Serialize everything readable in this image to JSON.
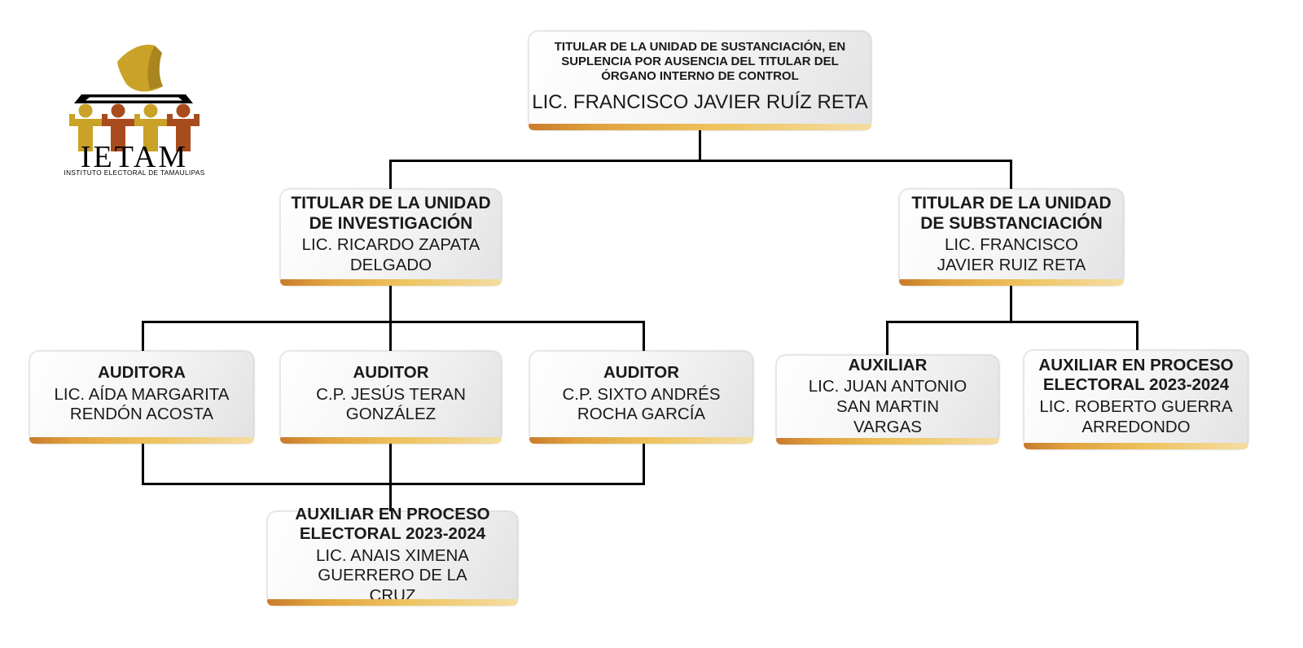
{
  "page": {
    "background": "#ffffff"
  },
  "logo": {
    "acronym": "IETAM",
    "subtitle": "INSTITUTO ELECTORAL DE TAMAULIPAS",
    "colors": {
      "gold": "#C9A227",
      "gold_dark": "#A8851E",
      "brick": "#A94C1D",
      "ink": "#000000"
    }
  },
  "org_chart": {
    "style": {
      "line_color": "#000000",
      "ribbon_gradient": [
        "#C97B2D",
        "#E0A23E",
        "#EEC35E",
        "#F4DDA2"
      ],
      "box_gradient": [
        "#FFFFFF",
        "#E2E2E4"
      ]
    },
    "nodes": {
      "root": {
        "title": "TITULAR DE LA UNIDAD DE SUSTANCIACIÓN, EN SUPLENCIA POR AUSENCIA DEL TITULAR DEL ÓRGANO INTERNO DE CONTROL",
        "name": "LIC. FRANCISCO JAVIER RUÍZ RETA",
        "parent": null
      },
      "investigacion": {
        "title": "TITULAR DE LA UNIDAD DE INVESTIGACIÓN",
        "name": "LIC. RICARDO ZAPATA DELGADO",
        "parent": "root"
      },
      "substanciacion": {
        "title": "TITULAR DE LA UNIDAD DE SUBSTANCIACIÓN",
        "name": "LIC. FRANCISCO JAVIER RUIZ RETA",
        "parent": "root"
      },
      "auditora": {
        "title": "AUDITORA",
        "name": "LIC. AÍDA MARGARITA RENDÓN ACOSTA",
        "parent": "investigacion"
      },
      "auditor1": {
        "title": "AUDITOR",
        "name": "C.P. JESÚS TERAN GONZÁLEZ",
        "parent": "investigacion"
      },
      "auditor2": {
        "title": "AUDITOR",
        "name": "C.P. SIXTO ANDRÉS ROCHA GARCÍA",
        "parent": "investigacion"
      },
      "auxiliar": {
        "title": "AUXILIAR",
        "name": "LIC. JUAN ANTONIO SAN MARTIN VARGAS",
        "parent": "substanciacion"
      },
      "auxiliar_pe_derecha": {
        "title": "AUXILIAR EN PROCESO ELECTORAL 2023-2024",
        "name": "LIC. ROBERTO GUERRA ARREDONDO",
        "parent": "substanciacion"
      },
      "auxiliar_pe_abajo": {
        "title": "AUXILIAR EN PROCESO ELECTORAL 2023-2024",
        "name": "LIC. ANAIS XIMENA GUERRERO DE LA CRUZ",
        "parent": "auditores"
      }
    }
  }
}
